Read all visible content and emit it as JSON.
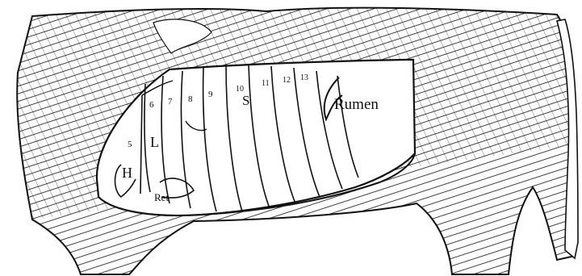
{
  "diagram": {
    "labels": {
      "rumen": "Rumen",
      "liver": "L",
      "heart": "H",
      "reticulum": "Ret",
      "spleen": "S",
      "r5": "5",
      "r6": "6",
      "r7": "7",
      "r8": "8",
      "r9": "9",
      "r10": "10",
      "r11": "11",
      "r12": "12",
      "r13": "13"
    },
    "colors": {
      "ink": "#111111",
      "paper": "#ffffff"
    }
  }
}
